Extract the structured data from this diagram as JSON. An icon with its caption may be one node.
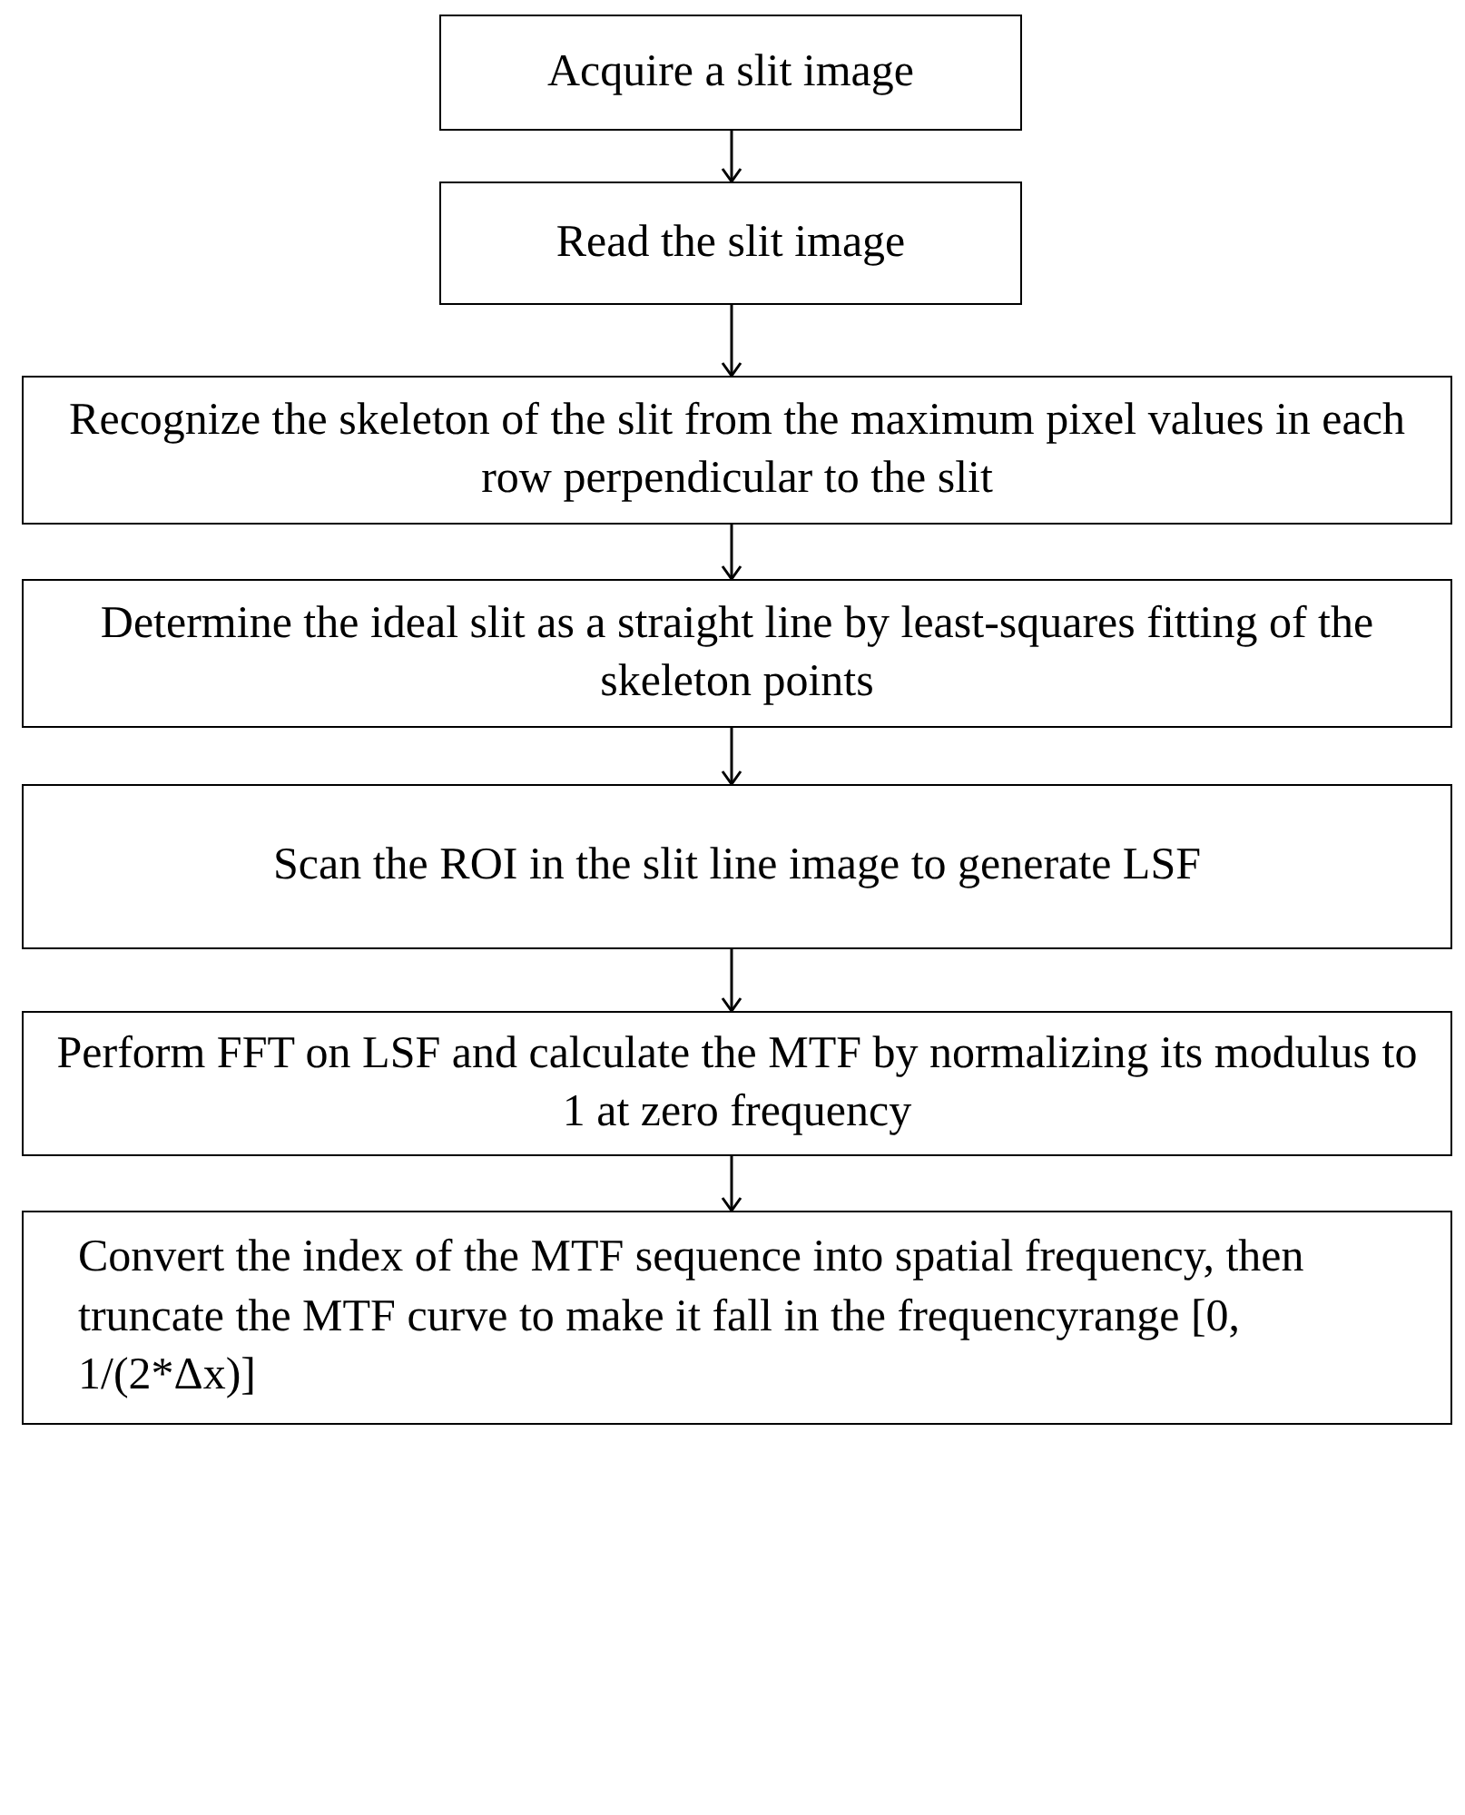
{
  "diagram": {
    "nodes": [
      {
        "text": [
          "Acquire a slit image"
        ]
      },
      {
        "text": [
          "Read the slit image"
        ]
      },
      {
        "text": [
          "Recognize the skeleton of the slit from the maximum pixel values in each row perpendicular to the slit"
        ]
      },
      {
        "text": [
          "Determine the ideal slit as a straight line by least-squares fitting of the skeleton points"
        ]
      },
      {
        "text": [
          "Scan the ROI in the slit line image to generate LSF"
        ]
      },
      {
        "text": [
          "Perform FFT on LSF and calculate the MTF by normalizing its modulus to 1 at zero frequency"
        ]
      },
      {
        "text": [
          "Convert the index of the MTF sequence into spatial frequency, then truncate the MTF curve to make it fall in the frequencyrange [0, 1/(2*Δx)]"
        ]
      }
    ],
    "edges": [
      {
        "from": 0,
        "to": 1,
        "arrow": "to"
      },
      {
        "from": 1,
        "to": 2,
        "arrow": "to"
      },
      {
        "from": 2,
        "to": 3,
        "arrow": "to"
      },
      {
        "from": 3,
        "to": 4,
        "arrow": "to"
      },
      {
        "from": 4,
        "to": 5,
        "arrow": "to"
      },
      {
        "from": 5,
        "to": 6,
        "arrow": "to"
      }
    ]
  }
}
